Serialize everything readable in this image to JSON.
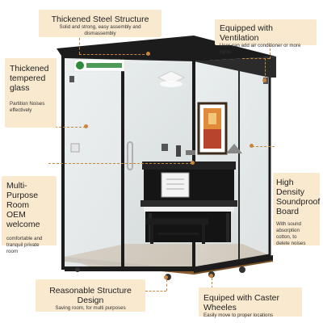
{
  "labels": {
    "steel_title": "Thickened Steel Structure",
    "steel_sub": "Solid and strong, easy assembly and dismassembly",
    "vent_title": "Equipped with Ventilation",
    "vent_sub": "User can add air conditioner or more lights",
    "glass_title_1": "Thickened",
    "glass_title_2": "tempered",
    "glass_title_3": "glass",
    "glass_sub_1": "Partition Noises",
    "glass_sub_2": "effectively",
    "room_title_1": "Multi-Purpose",
    "room_title_2": "Room",
    "room_title_3": "OEM welcome",
    "room_sub_1": "comfortable and",
    "room_sub_2": "tranquil private",
    "room_sub_3": "room",
    "board_title_1": "High Density",
    "board_title_2": "Soundproof",
    "board_title_3": "Board",
    "board_sub_1": "With sound",
    "board_sub_2": "absorption",
    "board_sub_3": "cotton, to",
    "board_sub_4": "delete noises",
    "design_title": "Reasonable Structure Design",
    "design_sub": "Saving room, for multi purposes",
    "caster_title": "Equiped with Caster Wheeles",
    "caster_sub": "Easily move to proper locations"
  },
  "colors": {
    "card_bg": "#f9e9cf",
    "leader": "#c9863e",
    "frame": "#1c1c1c",
    "floor": "#b07a45",
    "logo_green": "#2f8a3a"
  }
}
